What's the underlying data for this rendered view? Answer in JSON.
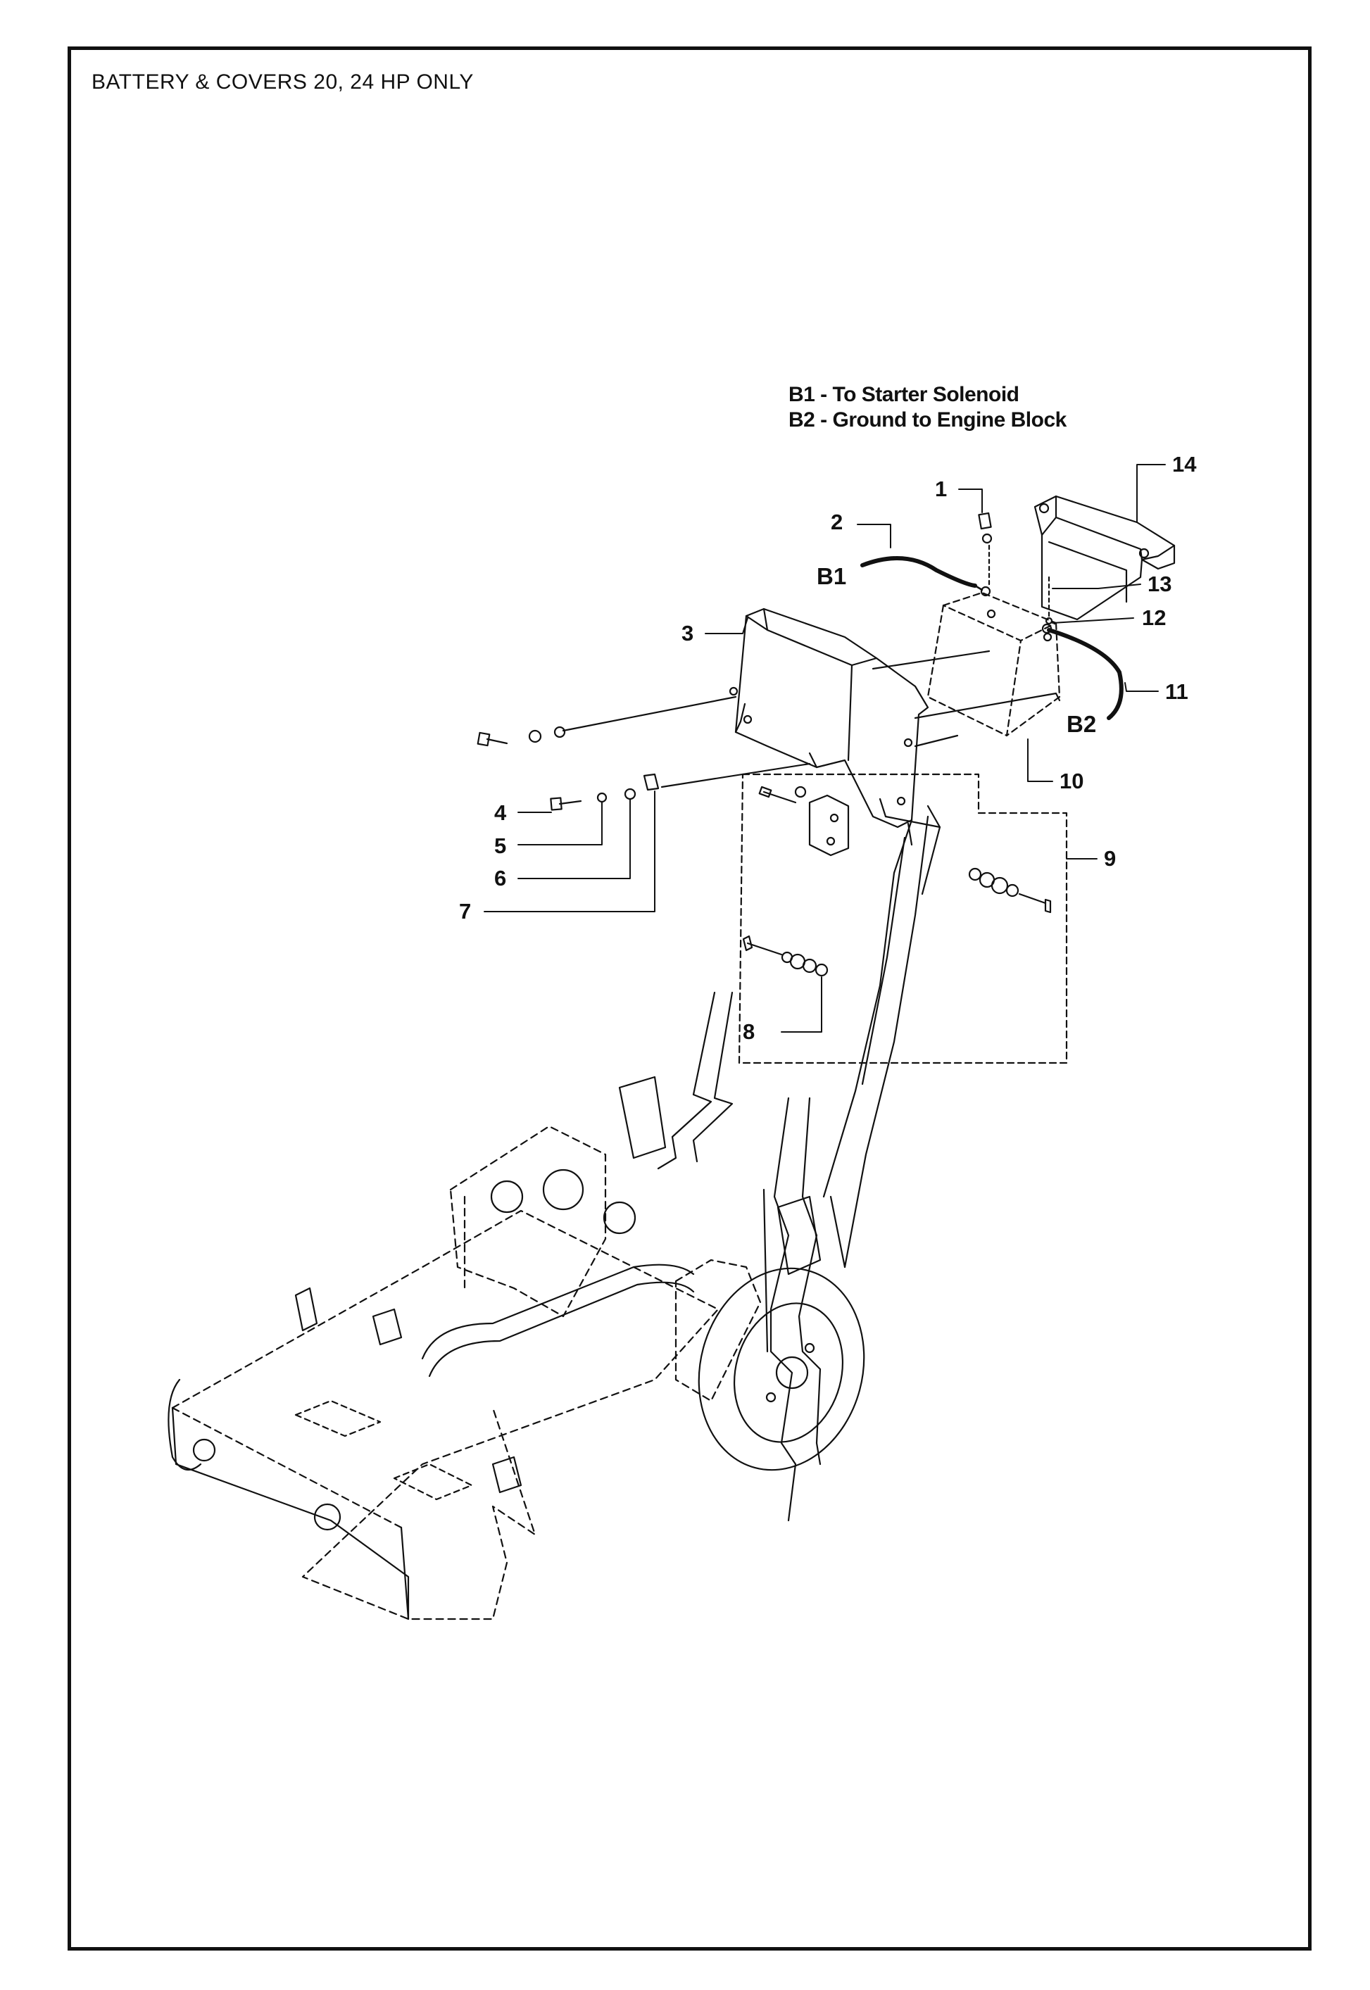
{
  "title": "BATTERY & COVERS 20, 24 HP ONLY",
  "legend": [
    "B1 - To Starter Solenoid",
    "B2 - Ground to Engine Block"
  ],
  "callouts": {
    "c1": "1",
    "c2": "2",
    "c3": "3",
    "c4": "4",
    "c5": "5",
    "c6": "6",
    "c7": "7",
    "c8": "8",
    "c9": "9",
    "c10": "10",
    "c11": "11",
    "c12": "12",
    "c13": "13",
    "c14": "14"
  },
  "cable_labels": {
    "b1": "B1",
    "b2": "B2"
  }
}
